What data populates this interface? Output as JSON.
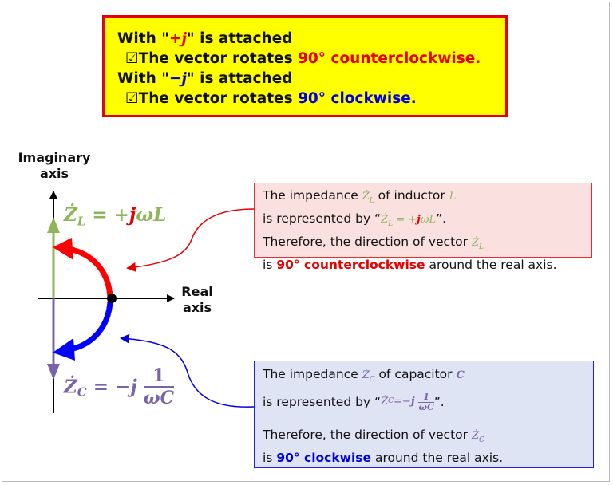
{
  "yellow_box": {
    "line1_prefix": "With \"",
    "line1_symbol": "+j",
    "line1_suffix": "\" is attached",
    "line2_check": "☑The vector rotates ",
    "line2_highlight": "90° counterclockwise.",
    "line3_prefix": "With \"",
    "line3_symbol": "−j",
    "line3_suffix": "\" is attached",
    "line4_check": "☑The vector rotates ",
    "line4_highlight": "90°  clockwise."
  },
  "axes": {
    "imaginary_label_1": "Imaginary",
    "imaginary_label_2": "axis",
    "real_label_1": "Real",
    "real_label_2": "axis"
  },
  "equations": {
    "zl_lhs": "Ż",
    "zl_sub": "L",
    "zl_eq": " = +",
    "zl_j": "j",
    "zl_rest": "ωL",
    "zc_lhs": "Ż",
    "zc_sub": "C",
    "zc_eq": " = −",
    "zc_j": "j",
    "zc_num": "1",
    "zc_den": "ωC"
  },
  "inductor_box": {
    "l1_a": "The impedance ",
    "l1_sym": "Ż",
    "l1_sub": "L",
    "l1_b": " of inductor ",
    "l1_var": "L",
    "l2_a": "is represented by “",
    "l2_expr": "Ż",
    "l2_sub": "L",
    "l2_eq": " = +",
    "l2_j": "j",
    "l2_rest": "ωL",
    "l2_b": "”.",
    "l3_a": "Therefore, the direction of vector ",
    "l3_sym": "Ż",
    "l3_sub": "L",
    "l4_a": "is ",
    "l4_hl": "90° counterclockwise",
    "l4_b": " around the real axis."
  },
  "capacitor_box": {
    "l1_a": "The impedance ",
    "l1_sym": "Ż",
    "l1_sub": "C",
    "l1_b": " of capacitor ",
    "l1_var": "C",
    "l2_a": "is represented by “",
    "l2_expr": "Ż",
    "l2_sub": "C",
    "l2_eq": " =−",
    "l2_j": "j",
    "l2_num": "1",
    "l2_den": "ωC",
    "l2_b": " ”.",
    "l3_a": "Therefore, the direction of vector ",
    "l3_sym": "Ż",
    "l3_sub": "C",
    "l4_a": "is ",
    "l4_hl": "90° clockwise",
    "l4_b": " around the real axis."
  },
  "colors": {
    "red": "#e60000",
    "blue": "#0000e0",
    "green": "#8fb55a",
    "purple": "#7a64a8",
    "yellow": "#ffff00"
  }
}
